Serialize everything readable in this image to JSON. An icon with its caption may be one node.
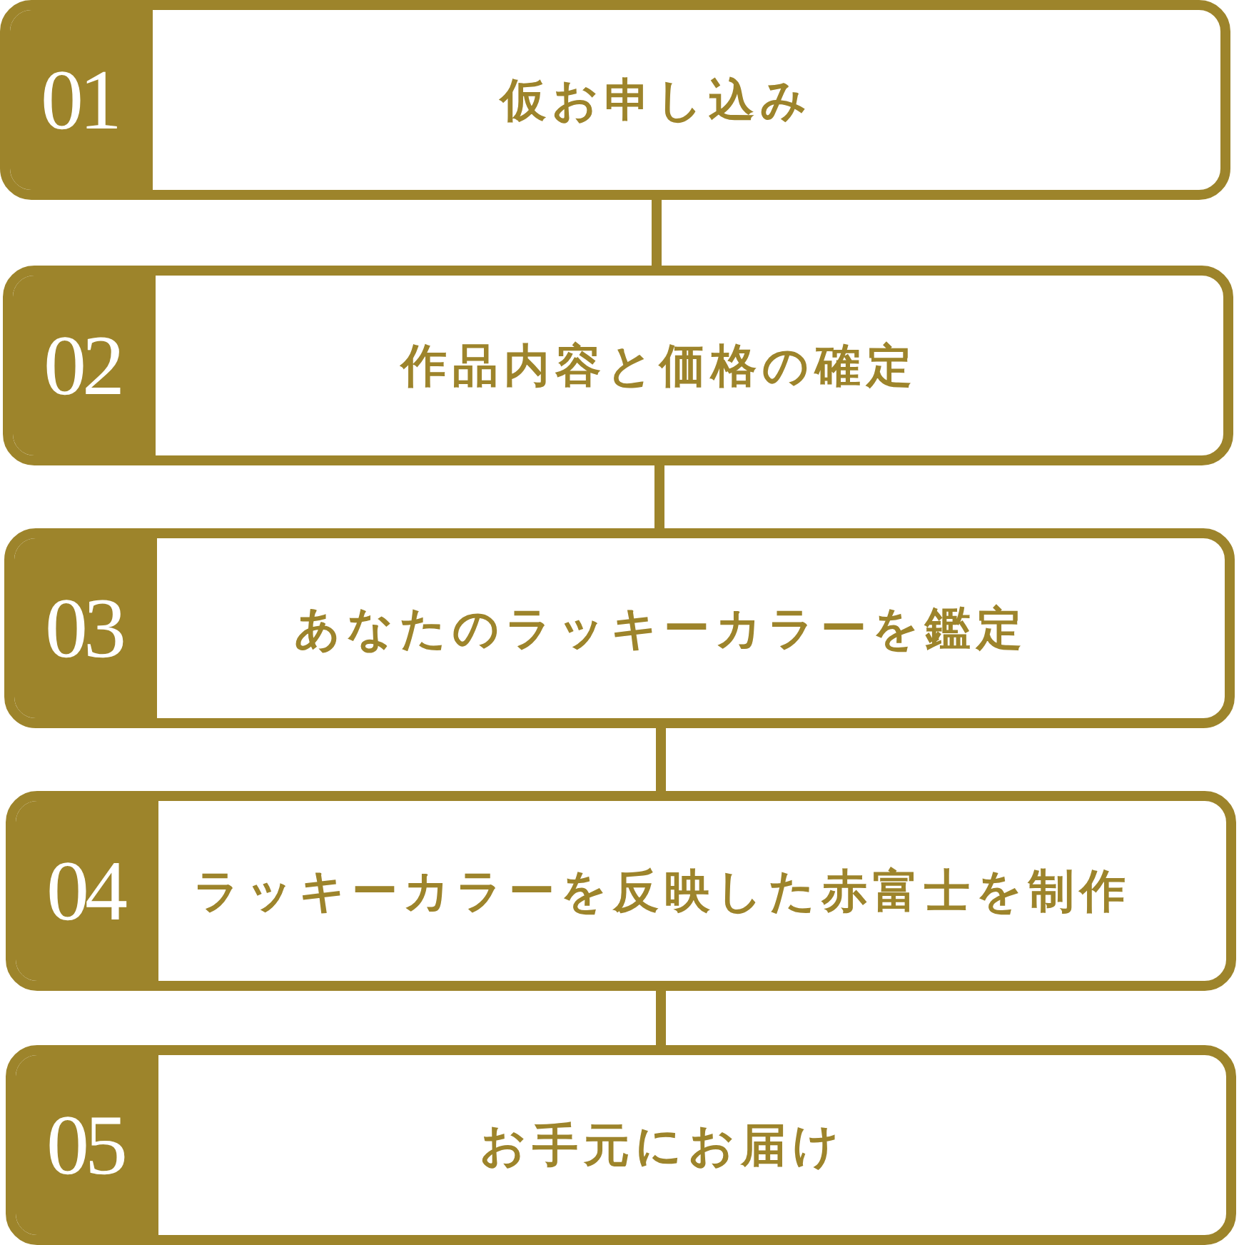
{
  "diagram": {
    "nodes": [
      {
        "text": [
          "01",
          "仮お申し込み"
        ]
      },
      {
        "text": [
          "02",
          "作品内容と価格の確定"
        ]
      },
      {
        "text": [
          "03",
          "あなたのラッキーカラーを鑑定"
        ]
      },
      {
        "text": [
          "04",
          "ラッキーカラーを反映した赤富士を制作"
        ]
      },
      {
        "text": [
          "05",
          "お手元にお届け"
        ]
      }
    ],
    "edges": [
      {
        "from": 0,
        "to": 1,
        "arrow": "none"
      },
      {
        "from": 1,
        "to": 2,
        "arrow": "none"
      },
      {
        "from": 2,
        "to": 3,
        "arrow": "none"
      },
      {
        "from": 3,
        "to": 4,
        "arrow": "none"
      }
    ]
  }
}
